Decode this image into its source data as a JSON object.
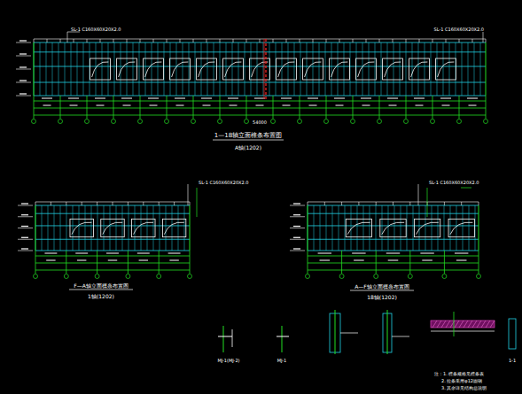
{
  "diagram": {
    "labels": [
      "SL-1 C160X60X20X2.0",
      "SL-1 C160X60X20X2.0",
      "1—18轴立面檩条布置图",
      "A轴(1202)",
      "SL-1 C160X60X20X2.0",
      "F—A轴立面檩条布置图",
      "1轴(1202)",
      "SL-1 C160X60X20X2.0",
      "A—F轴立面檩条布置图",
      "18轴(1202)",
      "MJ-1(MJ-2)",
      "MJ-1",
      "1-1",
      "注：1. 檩条规格见檩条表",
      "2. 拉条采用φ12圆钢",
      "3. 其余详见结构总说明",
      "54000"
    ]
  }
}
